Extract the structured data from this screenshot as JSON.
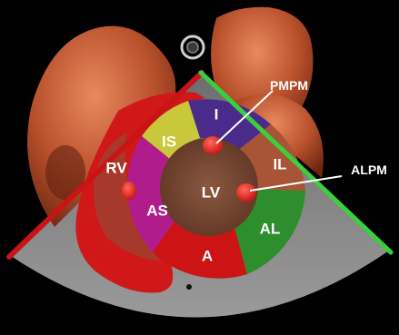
{
  "colors": {
    "background": "#000000",
    "sector_gray": "#8a8a8a",
    "red_edge": "#c81414",
    "green_edge": "#3ccf3c",
    "heart": "#b8502c",
    "lv_cavity": "#7a4a35",
    "rv_red": "#d01818",
    "segment_I": "#4a2a8a",
    "segment_IS": "#c8c83a",
    "segment_AS": "#b01c8c",
    "segment_A": "#cc1414",
    "segment_AL": "#2e8e2e",
    "segment_IL": "#a85436",
    "papillary": "#ee2020",
    "label_text": "#ffffff"
  },
  "labels": {
    "rv": "RV",
    "lv": "LV",
    "inferior": "I",
    "inferoseptal": "IS",
    "anteroseptal": "AS",
    "anterior": "A",
    "anterolateral": "AL",
    "inferolateral": "IL",
    "pmpm": "PMPM",
    "alpm": "ALPM"
  }
}
